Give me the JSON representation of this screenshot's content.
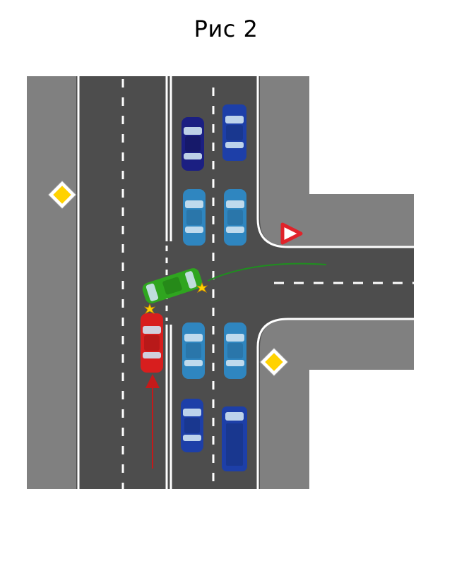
{
  "title": "Рис 2",
  "colors": {
    "background": "#ffffff",
    "sidewalk": "#808080",
    "road": "#4d4d4d",
    "marking": "#ffffff",
    "car_red": "#d81e1e",
    "car_green": "#2fa51f",
    "car_dark_blue": "#1b1f82",
    "car_royal_blue": "#1d3fa8",
    "car_light_blue": "#2f86c0",
    "path_red": "#c41a1a",
    "path_green": "#1f8f1f",
    "main_road_sign": "#ffd200",
    "yield_sign": "#e0232a",
    "impact": "#ffd400"
  },
  "signs": [
    {
      "name": "main-road-sign-left",
      "kind": "main-road"
    },
    {
      "name": "yield-sign",
      "kind": "yield"
    },
    {
      "name": "main-road-sign-right",
      "kind": "main-road"
    }
  ],
  "vehicles": [
    {
      "name": "red-car",
      "color": "red",
      "role": "moving straight"
    },
    {
      "name": "green-car",
      "color": "green",
      "role": "turning left"
    },
    {
      "name": "parked-car-1",
      "color": "dark-blue"
    },
    {
      "name": "parked-car-2",
      "color": "royal-blue"
    },
    {
      "name": "parked-car-3",
      "color": "light-blue"
    },
    {
      "name": "parked-car-4",
      "color": "light-blue"
    },
    {
      "name": "parked-car-5",
      "color": "light-blue"
    },
    {
      "name": "parked-car-6",
      "color": "light-blue"
    },
    {
      "name": "parked-car-7",
      "color": "royal-blue"
    },
    {
      "name": "parked-car-8",
      "color": "royal-blue"
    }
  ]
}
